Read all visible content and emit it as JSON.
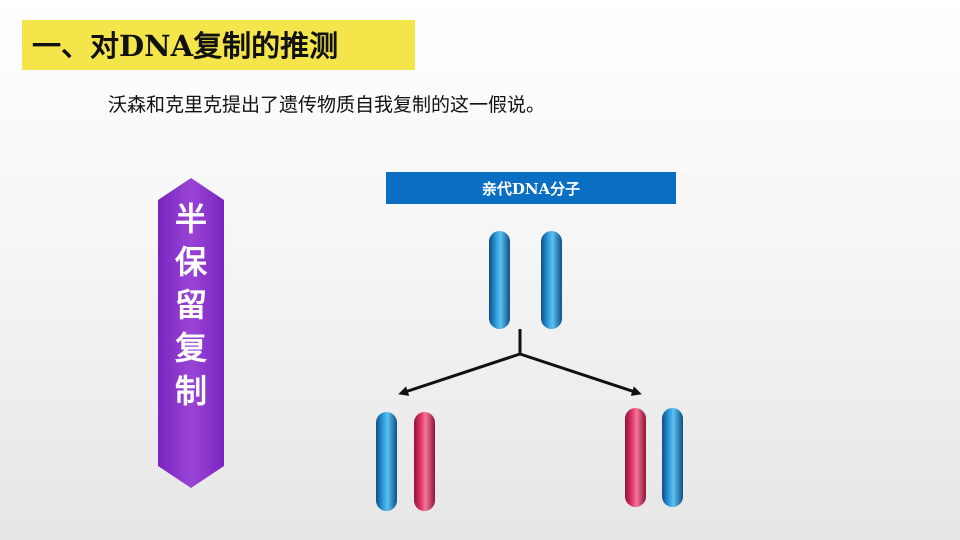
{
  "header": {
    "title": "一、对DNA复制的推测"
  },
  "intro": {
    "text": "沃森和克里克提出了遗传物质自我复制的这一假说。"
  },
  "diagram": {
    "parent_label": "亲代DNA分子",
    "side_label": [
      "半",
      "保",
      "留",
      "复",
      "制"
    ]
  },
  "colors": {
    "title_bg": "#f4e64a",
    "label_bg": "#0a6fc2",
    "side_bg": "#8a34c9",
    "old_strand": "#1d84c4",
    "new_strand": "#e0386a"
  }
}
